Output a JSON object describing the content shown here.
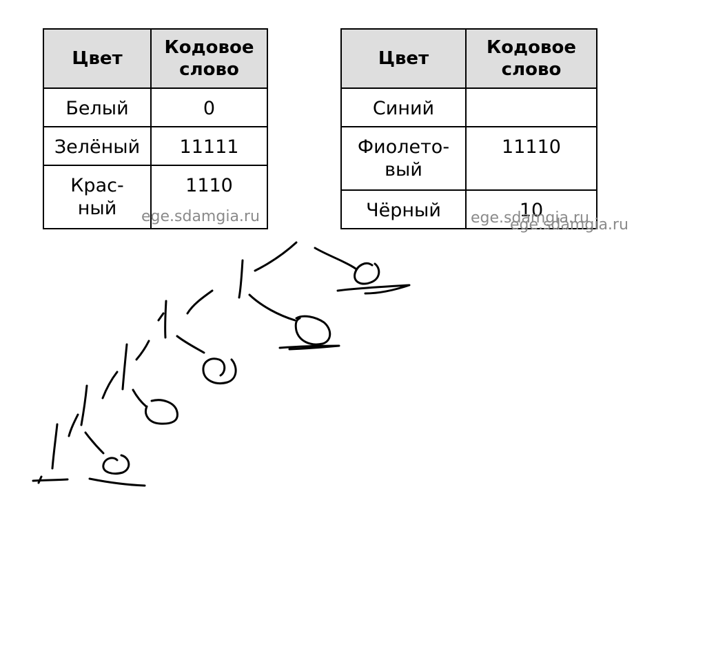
{
  "tables": [
    {
      "headers": {
        "color": "Цвет",
        "code_line1": "Кодовое",
        "code_line2": "слово"
      },
      "rows": [
        {
          "color": "Белый",
          "color_line2": "",
          "code": "0"
        },
        {
          "color": "Зелёный",
          "color_line2": "",
          "code": "11111"
        },
        {
          "color": "Крас-",
          "color_line2": "ный",
          "code": "1110"
        }
      ]
    },
    {
      "headers": {
        "color": "Цвет",
        "code_line1": "Кодовое",
        "code_line2": "слово"
      },
      "rows": [
        {
          "color": "Синий",
          "color_line2": "",
          "code": ""
        },
        {
          "color": "Фиолето-",
          "color_line2": "вый",
          "code": "11110"
        },
        {
          "color": "Чёрный",
          "color_line2": "",
          "code": "10"
        }
      ]
    }
  ],
  "watermarks": [
    "ege.sdamgia.ru",
    "ege.sdamgia.ru",
    "ege.sdamgia.ru"
  ]
}
